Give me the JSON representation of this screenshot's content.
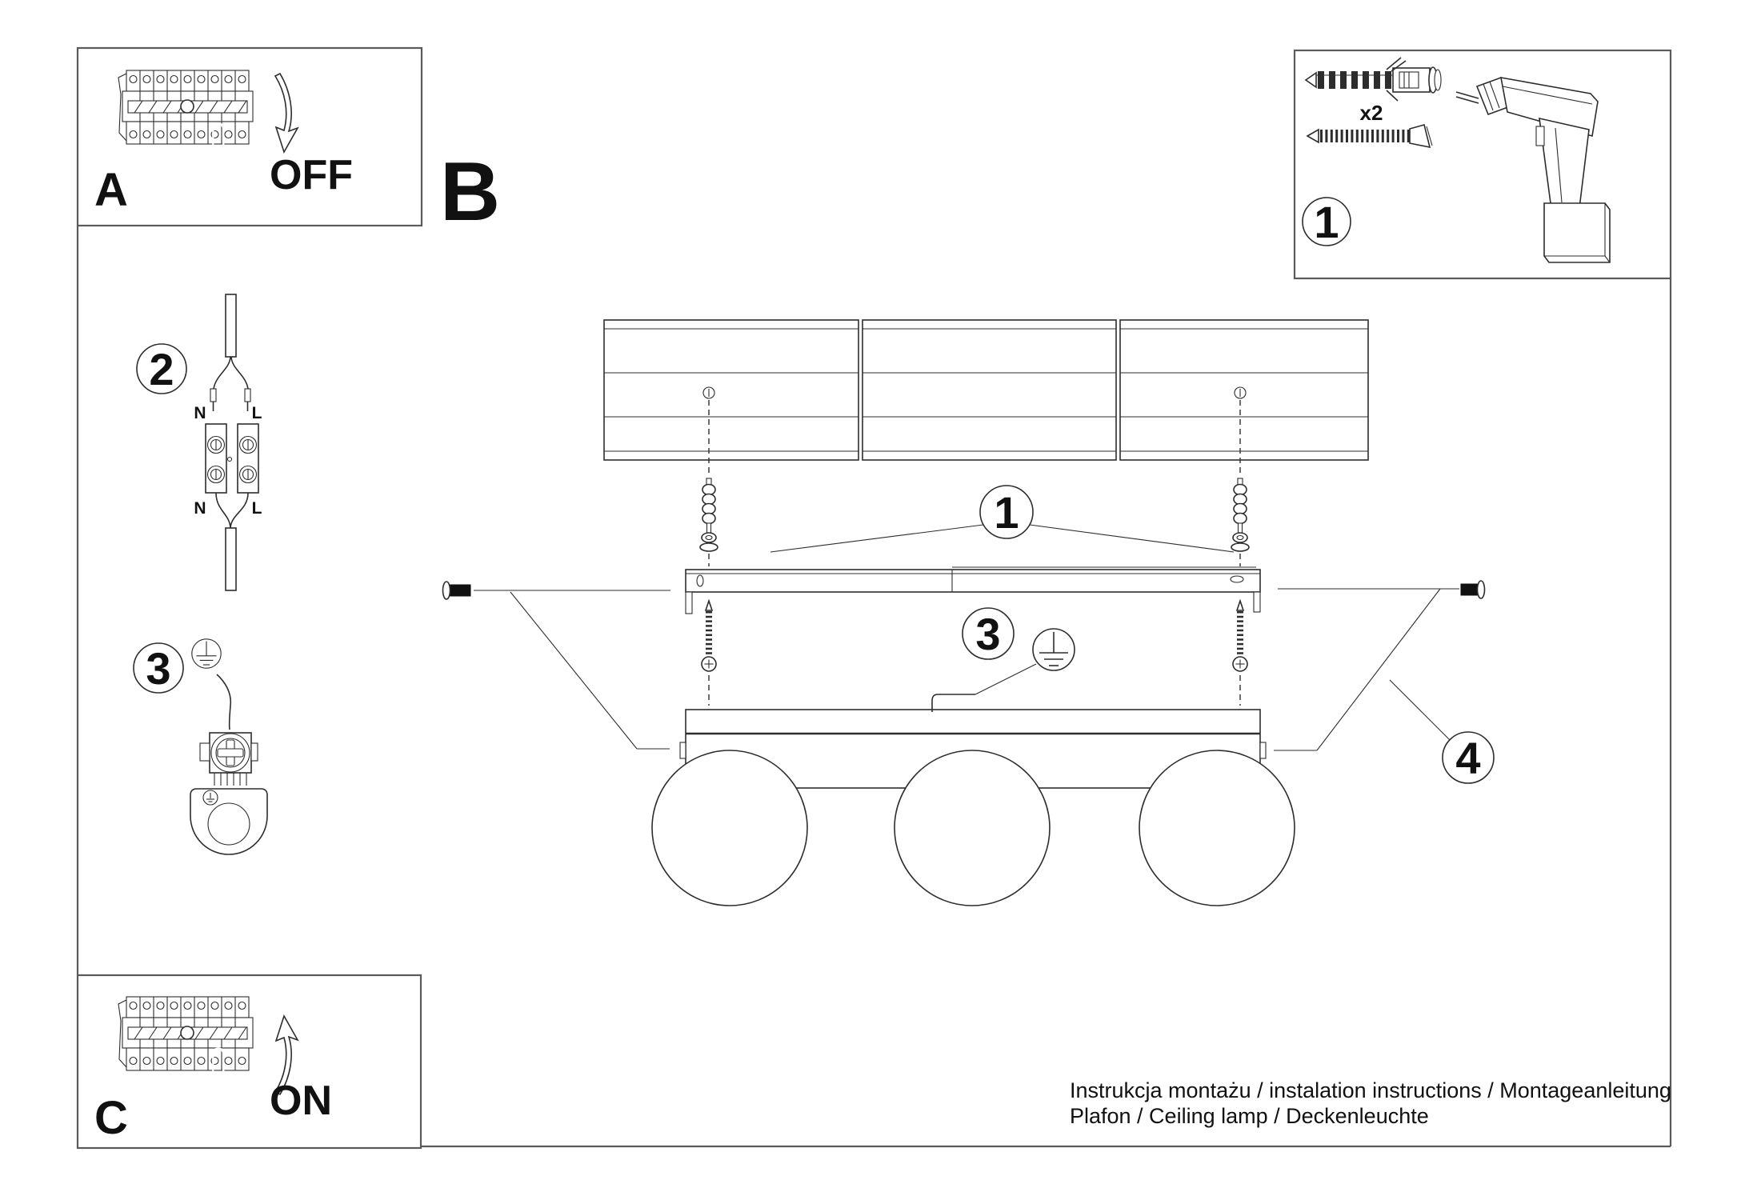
{
  "colors": {
    "line": "#2d2d2d",
    "frame": "#5a5a5a",
    "text": "#111111",
    "background": "#ffffff"
  },
  "panel_a": {
    "label": "A",
    "state": "OFF"
  },
  "letter_b": "B",
  "panel_c": {
    "label": "C",
    "state": "ON"
  },
  "parts": {
    "step": "1",
    "anchor_qty": "x2"
  },
  "step_wiring": {
    "step": "2",
    "labels": {
      "top_left": "N",
      "top_right": "L",
      "bottom_left": "N",
      "bottom_right": "L"
    }
  },
  "step_ground": {
    "step": "3"
  },
  "callouts": {
    "anchors": "1",
    "ground": "3",
    "side_screw": "4"
  },
  "footer": {
    "line1": "Instrukcja montażu / instalation instructions / Montageanleitung",
    "line2": "Plafon / Ceiling lamp / Deckenleuchte"
  }
}
